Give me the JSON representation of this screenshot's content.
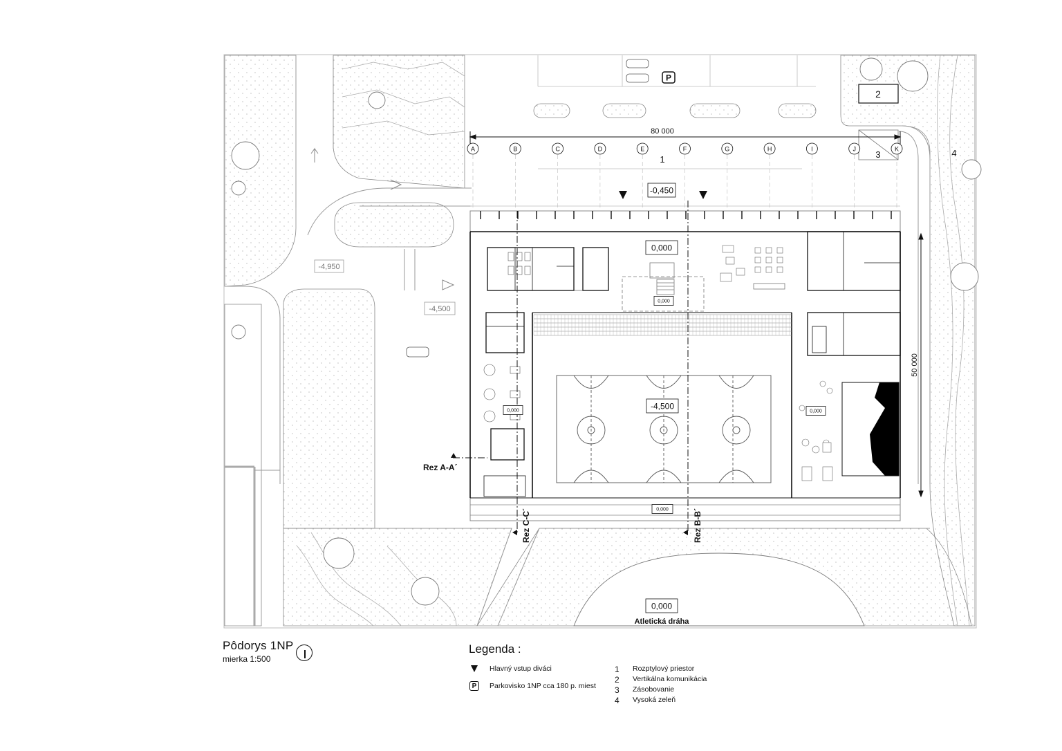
{
  "plan": {
    "dimensions": {
      "width": "80 000",
      "height": "50 000"
    },
    "grid_axes": [
      "A",
      "B",
      "C",
      "D",
      "E",
      "F",
      "G",
      "H",
      "I",
      "J",
      "K"
    ],
    "levels": {
      "entrance": "-0,450",
      "foyer": "0,000",
      "foyer_small": "0,000",
      "court": "-4,500",
      "road": "-4,950",
      "ramp": "-4,500",
      "right_wing": "0,000",
      "left_wing": "0,000",
      "south_walk": "0,000",
      "track": "0,000"
    },
    "zone_numbers": {
      "z1": "1",
      "z2": "2",
      "z3": "3",
      "z4": "4"
    },
    "parking_symbol": "P",
    "sections": {
      "aa": "Rez A-A´",
      "bb": "Rez B-B´",
      "cc": "Rez C-C´"
    },
    "track_label": "Atletická dráha"
  },
  "title": {
    "main": "Pôdorys 1NP",
    "scale": "mierka 1:500"
  },
  "legend": {
    "heading": "Legenda :",
    "symbols": [
      {
        "icon": "entrance-triangle-icon",
        "label": "Hlavný vstup diváci"
      },
      {
        "icon": "parking-p-icon",
        "symbol": "P",
        "label": "Parkovisko 1NP cca 180 p. miest"
      }
    ],
    "numbered": [
      {
        "num": "1",
        "label": "Rozptylový priestor"
      },
      {
        "num": "2",
        "label": "Vertikálna komunikácia"
      },
      {
        "num": "3",
        "label": "Zásobovanie"
      },
      {
        "num": "4",
        "label": "Vysoká zeleň"
      }
    ]
  }
}
